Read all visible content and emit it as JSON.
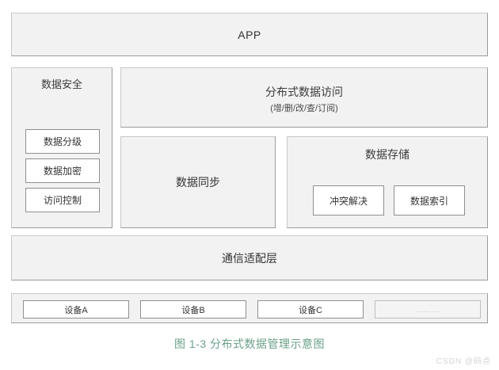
{
  "figure": {
    "caption": "图 1-3 分布式数据管理示意图",
    "watermark": "CSDN @码点"
  },
  "layers": {
    "app": {
      "label": "APP"
    },
    "security": {
      "title": "数据安全",
      "items": [
        {
          "label": "数据分级"
        },
        {
          "label": "数据加密"
        },
        {
          "label": "访问控制"
        }
      ]
    },
    "access": {
      "title": "分布式数据访问",
      "subtitle": "(增/删/改/查/订阅)"
    },
    "sync": {
      "label": "数据同步"
    },
    "storage": {
      "title": "数据存储",
      "items": [
        {
          "label": "冲突解决"
        },
        {
          "label": "数据索引"
        }
      ]
    },
    "communication": {
      "label": "通信适配层"
    },
    "devices": {
      "items": [
        {
          "label": "设备A"
        },
        {
          "label": "设备B"
        },
        {
          "label": "设备C"
        },
        {
          "label": "........."
        }
      ]
    }
  },
  "colors": {
    "box_fill": "#f2f2f2",
    "box_border": "#c8c8c8",
    "inner_fill": "#ffffff",
    "inner_border": "#8f8f8f",
    "caption_color": "#6aa088",
    "watermark_color": "#d3d3d3",
    "page_background": "#ffffff"
  }
}
